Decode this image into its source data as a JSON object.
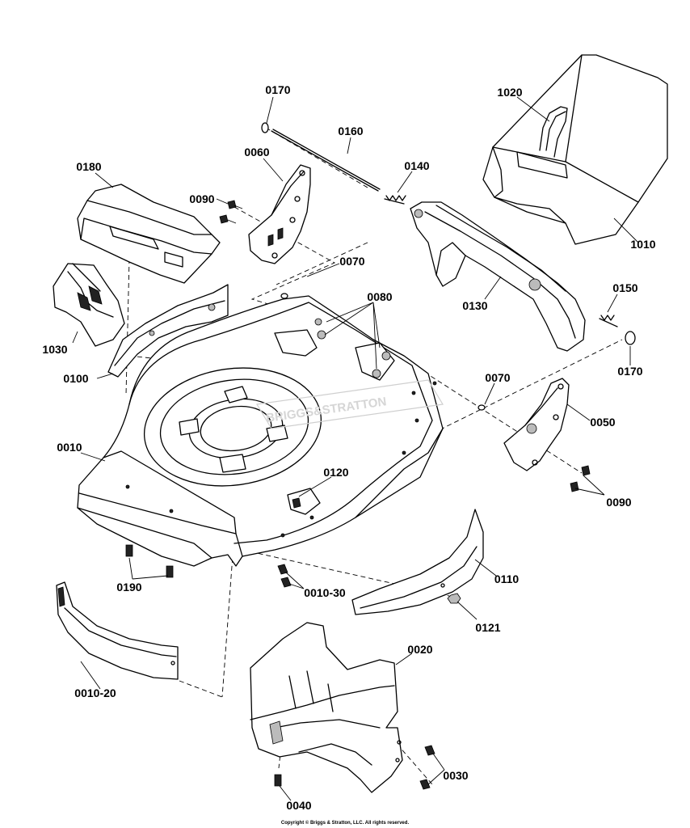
{
  "watermark": "BRIGGS&STRATTON",
  "copyright": "Copyright © Briggs & Stratton, LLC. All rights reserved.",
  "part_labels": {
    "p0170_top": "0170",
    "p0160": "0160",
    "p0140": "0140",
    "p0060": "0060",
    "p1020": "1020",
    "p0180": "0180",
    "p0090_top": "0090",
    "p0070_top": "0070",
    "p0080": "0080",
    "p1010": "1010",
    "p0130": "0130",
    "p0150": "0150",
    "p1030": "1030",
    "p0170_right": "0170",
    "p0100": "0100",
    "p0070_right": "0070",
    "p0050": "0050",
    "p0010": "0010",
    "p0120": "0120",
    "p0090_right": "0090",
    "p0110": "0110",
    "p0190": "0190",
    "p0010_30": "0010-30",
    "p0121": "0121",
    "p0020": "0020",
    "p0010_20": "0010-20",
    "p0030": "0030",
    "p0040": "0040"
  }
}
